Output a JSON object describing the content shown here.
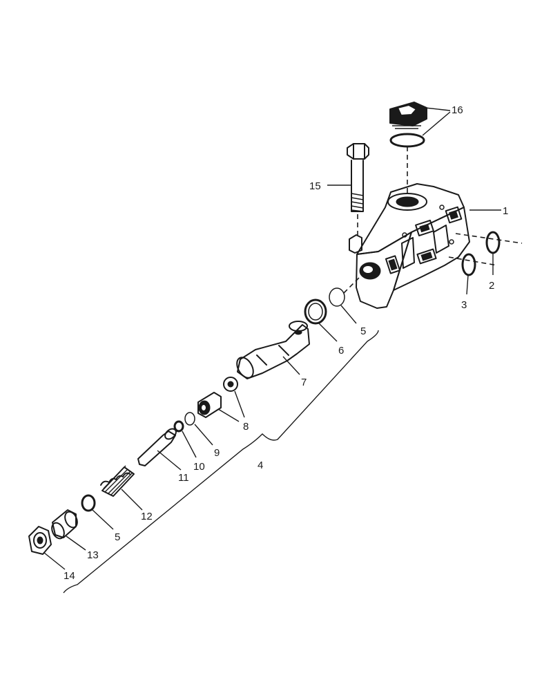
{
  "callouts": {
    "c1": "1",
    "c2": "2",
    "c3": "3",
    "c4": "4",
    "c5a": "5",
    "c5b": "5",
    "c6": "6",
    "c7": "7",
    "c8": "8",
    "c9": "9",
    "c10": "10",
    "c11": "11",
    "c12": "12",
    "c13": "13",
    "c14": "14",
    "c15": "15",
    "c16": "16"
  },
  "colors": {
    "ink": "#1a1a1a",
    "paper": "#ffffff"
  },
  "parts": [
    {
      "name": "valve-body-icon"
    },
    {
      "name": "o-ring-icon"
    },
    {
      "name": "o-ring-icon"
    },
    {
      "name": "spool-assembly-icon"
    },
    {
      "name": "o-ring-icon"
    },
    {
      "name": "seal-ring-icon"
    },
    {
      "name": "spool-sleeve-icon"
    },
    {
      "name": "poppet-icon"
    },
    {
      "name": "small-o-ring-icon"
    },
    {
      "name": "small-o-ring-icon"
    },
    {
      "name": "plunger-pin-icon"
    },
    {
      "name": "spring-icon"
    },
    {
      "name": "cap-icon"
    },
    {
      "name": "hex-nut-icon"
    },
    {
      "name": "tie-bolt-icon"
    },
    {
      "name": "plug-icon"
    }
  ]
}
